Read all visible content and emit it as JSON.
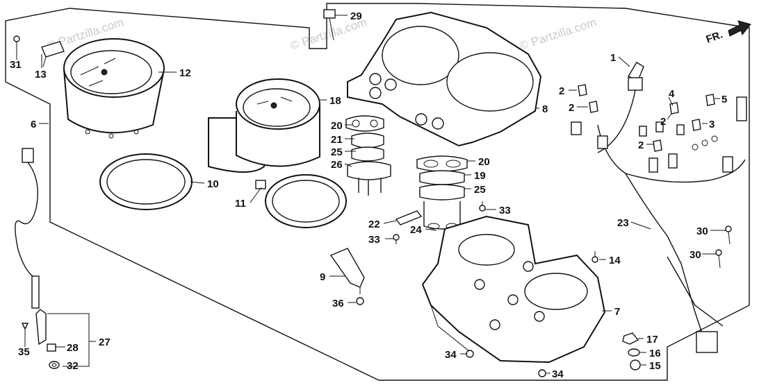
{
  "watermarks": [
    "© Partzilla.com",
    "© Partzilla.com",
    "© Partzilla.com"
  ],
  "direction_label": "FR.",
  "callouts": {
    "c1": "1",
    "c2a": "2",
    "c2b": "2",
    "c2c": "2",
    "c2d": "2",
    "c3": "3",
    "c4": "4",
    "c5": "5",
    "c6": "6",
    "c7": "7",
    "c8": "8",
    "c9": "9",
    "c10": "10",
    "c11": "11",
    "c12": "12",
    "c13": "13",
    "c14": "14",
    "c15": "15",
    "c16": "16",
    "c17": "17",
    "c18": "18",
    "c19": "19",
    "c20a": "20",
    "c20b": "20",
    "c21": "21",
    "c22": "22",
    "c23": "23",
    "c24": "24",
    "c25a": "25",
    "c25b": "25",
    "c26": "26",
    "c27": "27",
    "c28": "28",
    "c29": "29",
    "c30a": "30",
    "c30b": "30",
    "c31": "31",
    "c32": "32",
    "c33a": "33",
    "c33b": "33",
    "c34a": "34",
    "c34b": "34",
    "c35": "35",
    "c36": "36"
  }
}
